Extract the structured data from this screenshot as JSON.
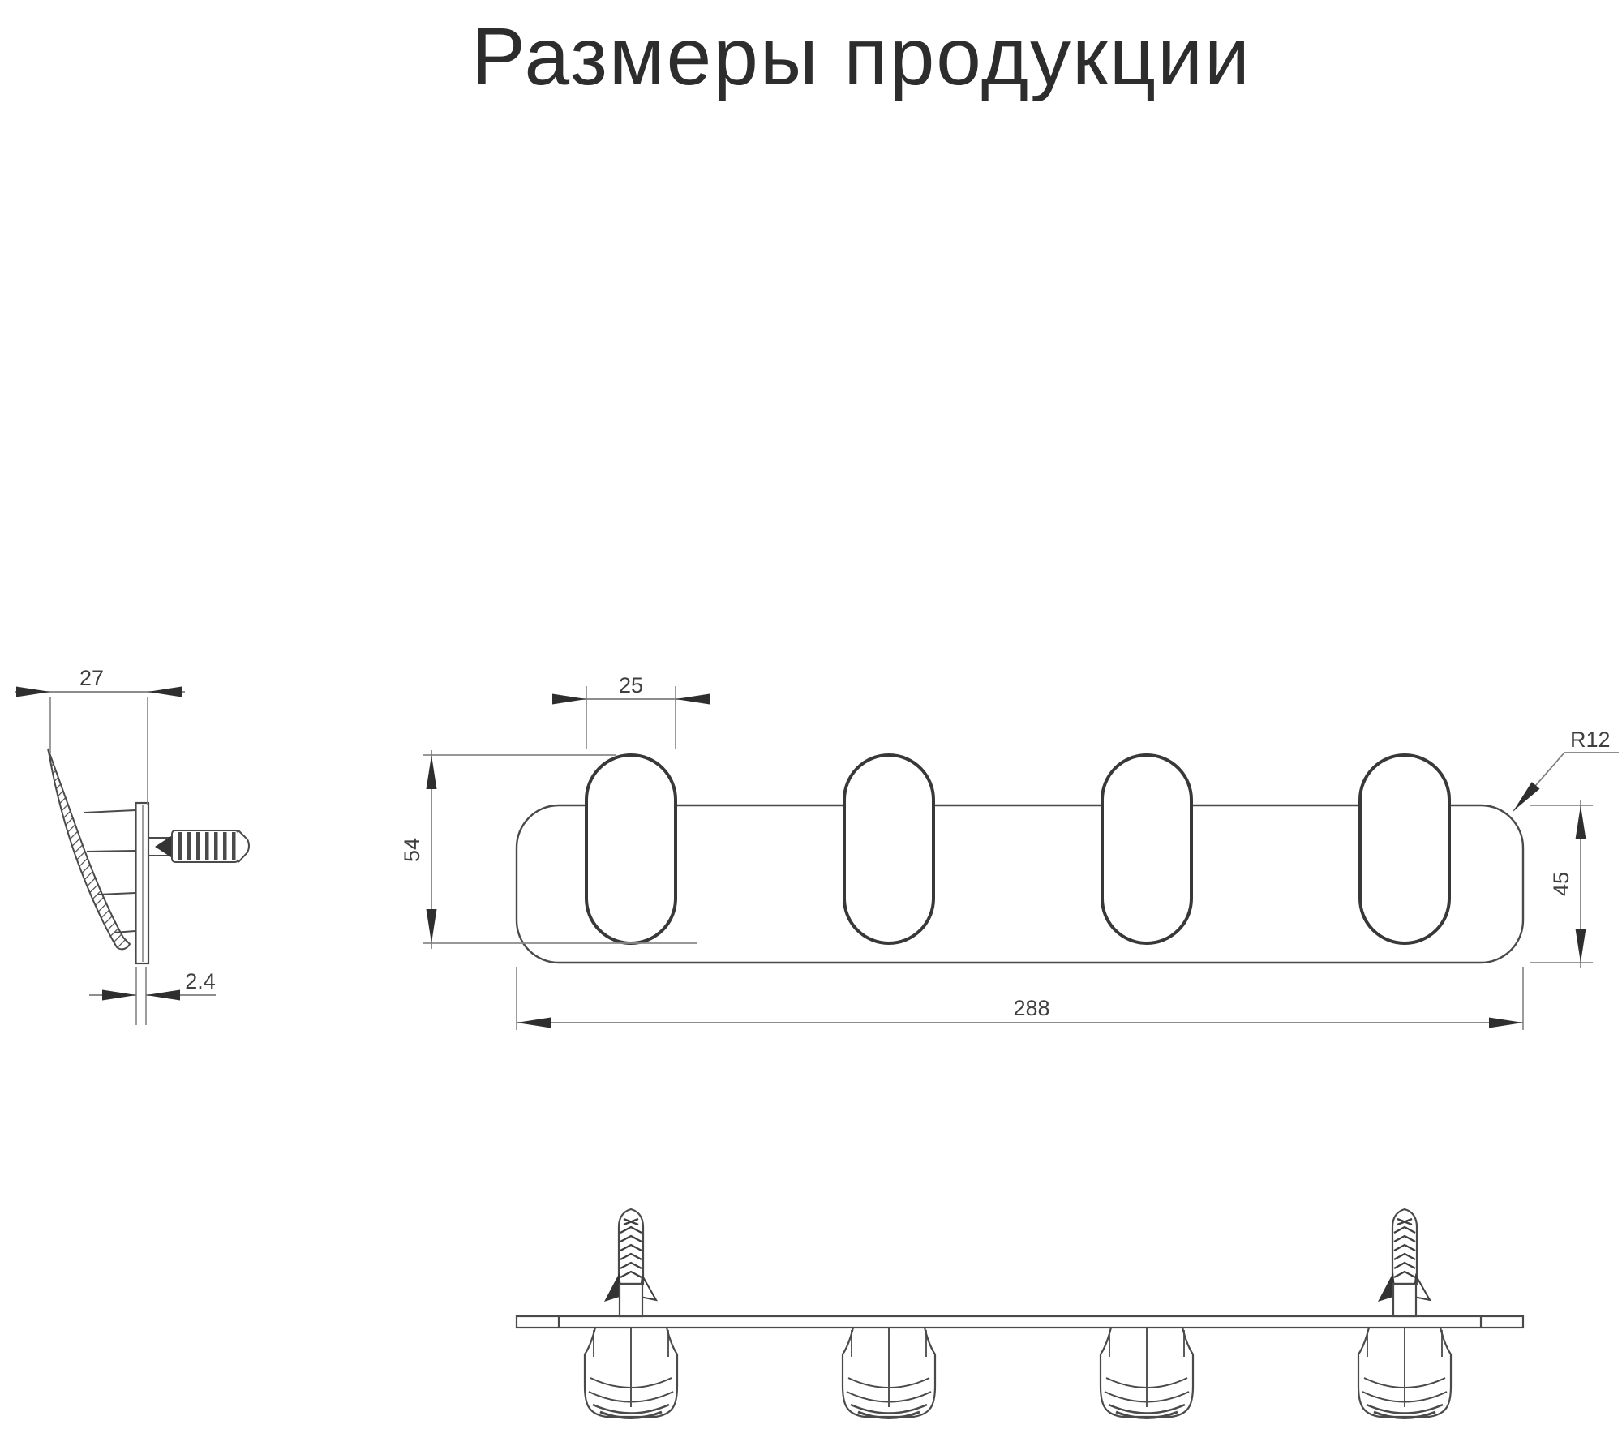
{
  "title": "Размеры продукции",
  "colors": {
    "background": "#ffffff",
    "outline": "#4a4a4a",
    "hook_outline": "#383838",
    "dimension_line": "#7d7d7d",
    "arrow": "#2e2e2e",
    "text": "#3f3f3f",
    "title_text": "#2d2d2d"
  },
  "side_view": {
    "label": "hook side profile with wall plate and screw anchor",
    "dims": {
      "depth": "27",
      "plate_thickness": "2.4"
    }
  },
  "front_view": {
    "label": "mounting plate with four hooks",
    "hook_count": 4,
    "dims": {
      "hook_width": "25",
      "hook_height": "54",
      "plate_height": "45",
      "corner_radius": "R12",
      "plate_length": "288"
    }
  },
  "bottom_view": {
    "label": "plate seen from below with four hook cups and two screw anchors",
    "hook_count": 4,
    "anchor_count": 2
  }
}
